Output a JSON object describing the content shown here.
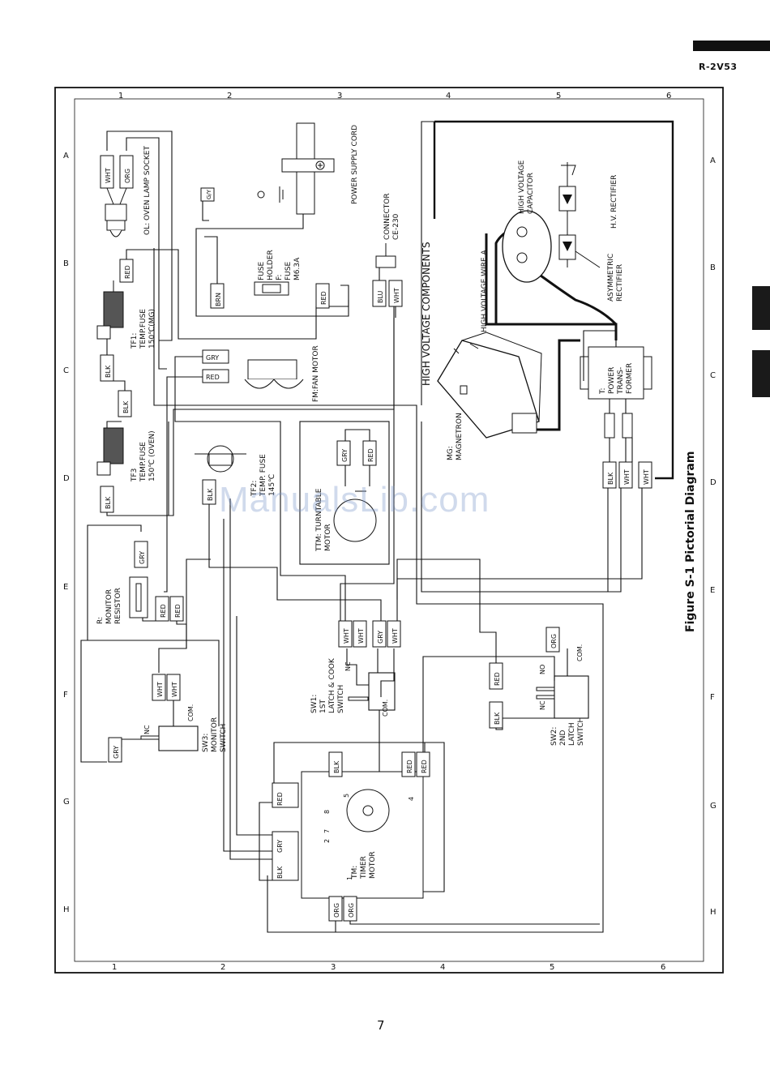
{
  "header": {
    "model": "R-2V53"
  },
  "grid": {
    "columns": [
      "1",
      "2",
      "3",
      "4",
      "5",
      "6"
    ],
    "rows": [
      "A",
      "B",
      "C",
      "D",
      "E",
      "F",
      "G",
      "H"
    ]
  },
  "figure": {
    "caption": "Figure S-1 Pictorial Diagram"
  },
  "hv_section": {
    "title": "HIGH VOLTAGE COMPONENTS"
  },
  "components": {
    "oven_lamp": "OL: OVEN LAMP SOCKET",
    "power_cord": "POWER SUPPLY CORD",
    "fuse": [
      "FUSE",
      "HOLDER",
      "F:",
      "FUSE",
      "M6.3A"
    ],
    "connector": [
      "CONNECTOR",
      "CE-230"
    ],
    "tf1": [
      "TF1:",
      "TEMP.FUSE",
      "150℃(MG)"
    ],
    "fan_motor": "FM:FAN MOTOR",
    "tf3": [
      "TF3",
      "TEMP.FUSE",
      "150℃ (OVEN)"
    ],
    "tf2": [
      "TF2:",
      "TEMP. FUSE",
      "145℃"
    ],
    "turntable_motor": [
      "TTM: TURNTABLE",
      "MOTOR"
    ],
    "monitor_resistor": [
      "R:",
      "MONITOR",
      "RESISTOR"
    ],
    "sw1": [
      "SW1:",
      "1ST",
      "LATCH & COOK",
      "SWITCH"
    ],
    "sw2": [
      "SW2:",
      "2ND",
      "LATCH",
      "SWITCH"
    ],
    "sw3": [
      "SW3:",
      "MONITOR",
      "SWITCH"
    ],
    "timer_motor": [
      "TM:",
      "TIMER",
      "MOTOR"
    ],
    "magnetron": [
      "MG:",
      "MAGNETRON"
    ],
    "transformer": [
      "T:",
      "POWER",
      "TRANS-",
      "FORMER"
    ],
    "hv_capacitor": [
      "HIGH VOLTAGE",
      "CAPACITOR"
    ],
    "hv_rectifier": "H.V. RECTIFIER",
    "asym_rectifier": [
      "ASYMMETRIC",
      "RECTIFIER"
    ],
    "hv_wire": "HIGH VOLTAGE WIRE A"
  },
  "terminals": {
    "com": "COM.",
    "nc": "NC",
    "no": "NO",
    "timer_pins": [
      "1",
      "2",
      "5",
      "4",
      "7",
      "8"
    ]
  },
  "wire_colors": {
    "wht": "WHT",
    "org": "ORG",
    "red": "RED",
    "blk": "BLK",
    "gry": "GRY",
    "brn": "BRN",
    "blu": "BLU",
    "grn_yel": "G/Y",
    "ogg": "ORG"
  },
  "page_number": "7",
  "watermark": "ManualsLib.com"
}
